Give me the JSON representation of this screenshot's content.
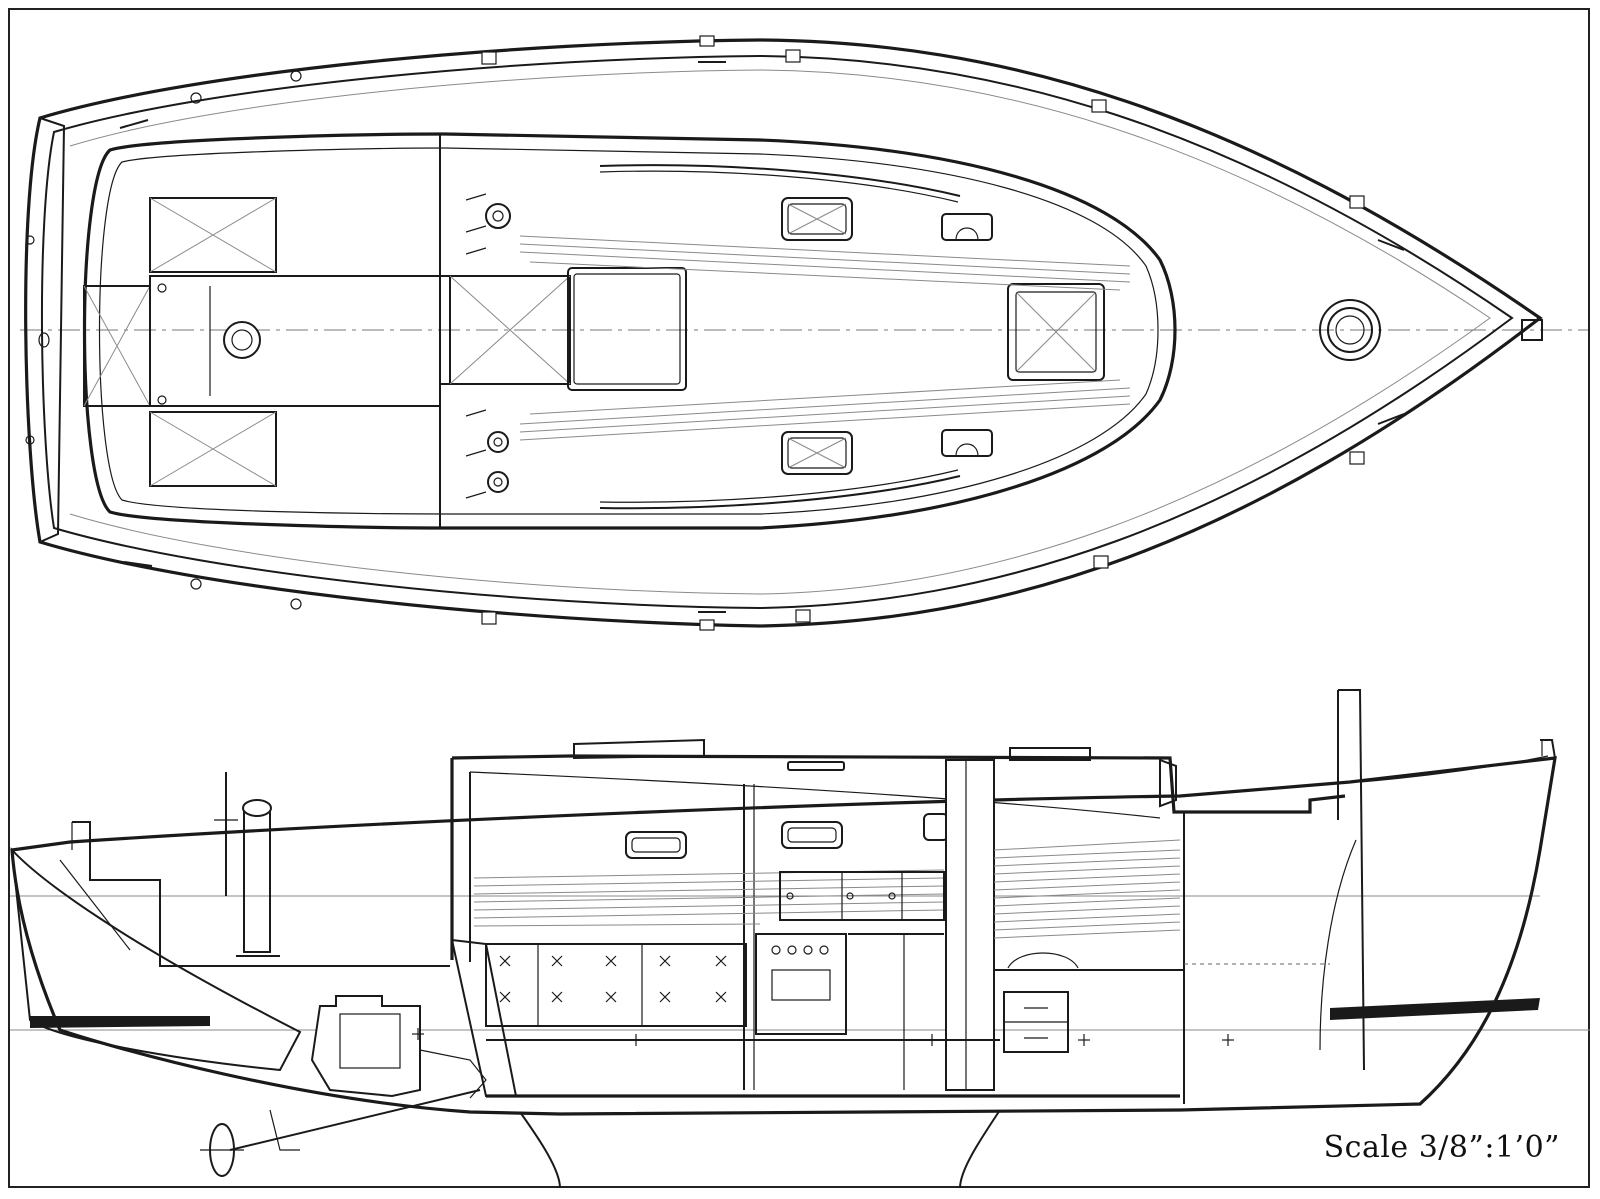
{
  "drawing": {
    "scale_label": "Scale 3/8”:1’0”"
  },
  "icons": {
    "deck_hatch": "square-with-x",
    "porthole": "rounded-rect",
    "cleat": "cleat-icon",
    "winch": "circle-icon"
  }
}
